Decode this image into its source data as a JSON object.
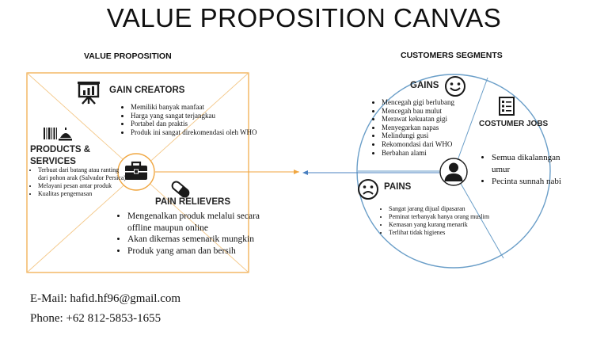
{
  "title": "VALUE PROPOSITION CANVAS",
  "value_proposition": {
    "heading": "VALUE PROPOSITION",
    "gain_creators": {
      "title": "GAIN CREATORS",
      "icon": "presentation-board-icon",
      "items": [
        "Memiliki banyak manfaat",
        "Harga yang sangat terjangkau",
        "Portabel dan praktis",
        "Produk ini sangat direkomendasi oleh WHO"
      ]
    },
    "products_services": {
      "title": "PRODUCTS & SERVICES",
      "icon": "barcode-product-icon",
      "items": [
        "Terbuat dari batang atau ranting dari pohon arak (Salvador Persica)",
        "Melayani pesan antar produk",
        "Kualitas pengemasan"
      ]
    },
    "pain_relievers": {
      "title": "PAIN RELIEVERS",
      "icon": "pill-icon",
      "items": [
        "Mengenalkan produk melalui secara offline maupun online",
        "Akan dikemas semenarik mungkin",
        "Produk yang aman dan bersih"
      ]
    },
    "center_icon": "briefcase-icon"
  },
  "customer_segments": {
    "heading": "CUSTOMERS SEGMENTS",
    "gains": {
      "title": "GAINS",
      "icon": "smiley-face-icon",
      "items": [
        "Mencegah gigi berlubang",
        "Mencegah bau mulut",
        "Merawat kekuatan gigi",
        "Menyegarkan napas",
        "Melindungi gusi",
        "Rekomondasi dari WHO",
        "Berbahan alami"
      ]
    },
    "customer_jobs": {
      "title": "COSTUMER JOBS",
      "icon": "checklist-icon",
      "items": [
        "Semua dikalanngan umur",
        "Pecinta sunnah nabi"
      ]
    },
    "pains": {
      "title": "PAINS",
      "icon": "sad-face-icon",
      "items": [
        "Sangat jarang dijual dipasaran",
        "Peminat terbanyak hanya orang muslim",
        "Kemasan yang kurang menarik",
        "Terlihat tidak higienes"
      ]
    },
    "center_icon": "user-icon"
  },
  "contact": {
    "email": "E-Mail: hafid.hf96@gmail.com",
    "phone": "Phone: +62 812-5853-1655"
  },
  "colors": {
    "square_border": "#f0a640",
    "circle_border": "#6a9ec8",
    "arrow_orange": "#f0a640",
    "arrow_blue": "#4a80c0",
    "icon_dark": "#1a1a1a"
  }
}
